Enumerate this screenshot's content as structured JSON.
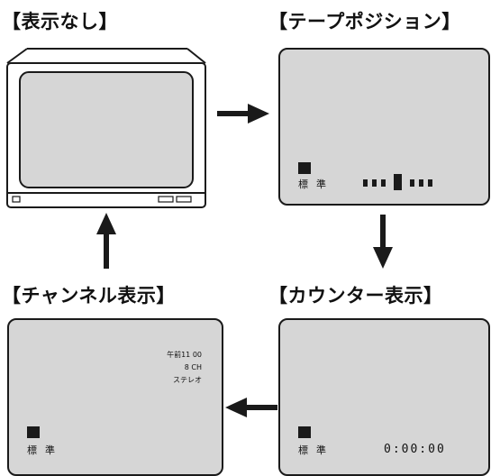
{
  "panels": {
    "none": {
      "title": "【表示なし】"
    },
    "tape_position": {
      "title": "【テープポジション】",
      "mode": "標準"
    },
    "counter": {
      "title": "【カウンター表示】",
      "mode": "標準",
      "counter": "0:00:00"
    },
    "channel": {
      "title": "【チャンネル表示】",
      "mode": "標準",
      "time": "午前11 00",
      "channel": "8 CH",
      "audio": "ステレオ"
    }
  }
}
